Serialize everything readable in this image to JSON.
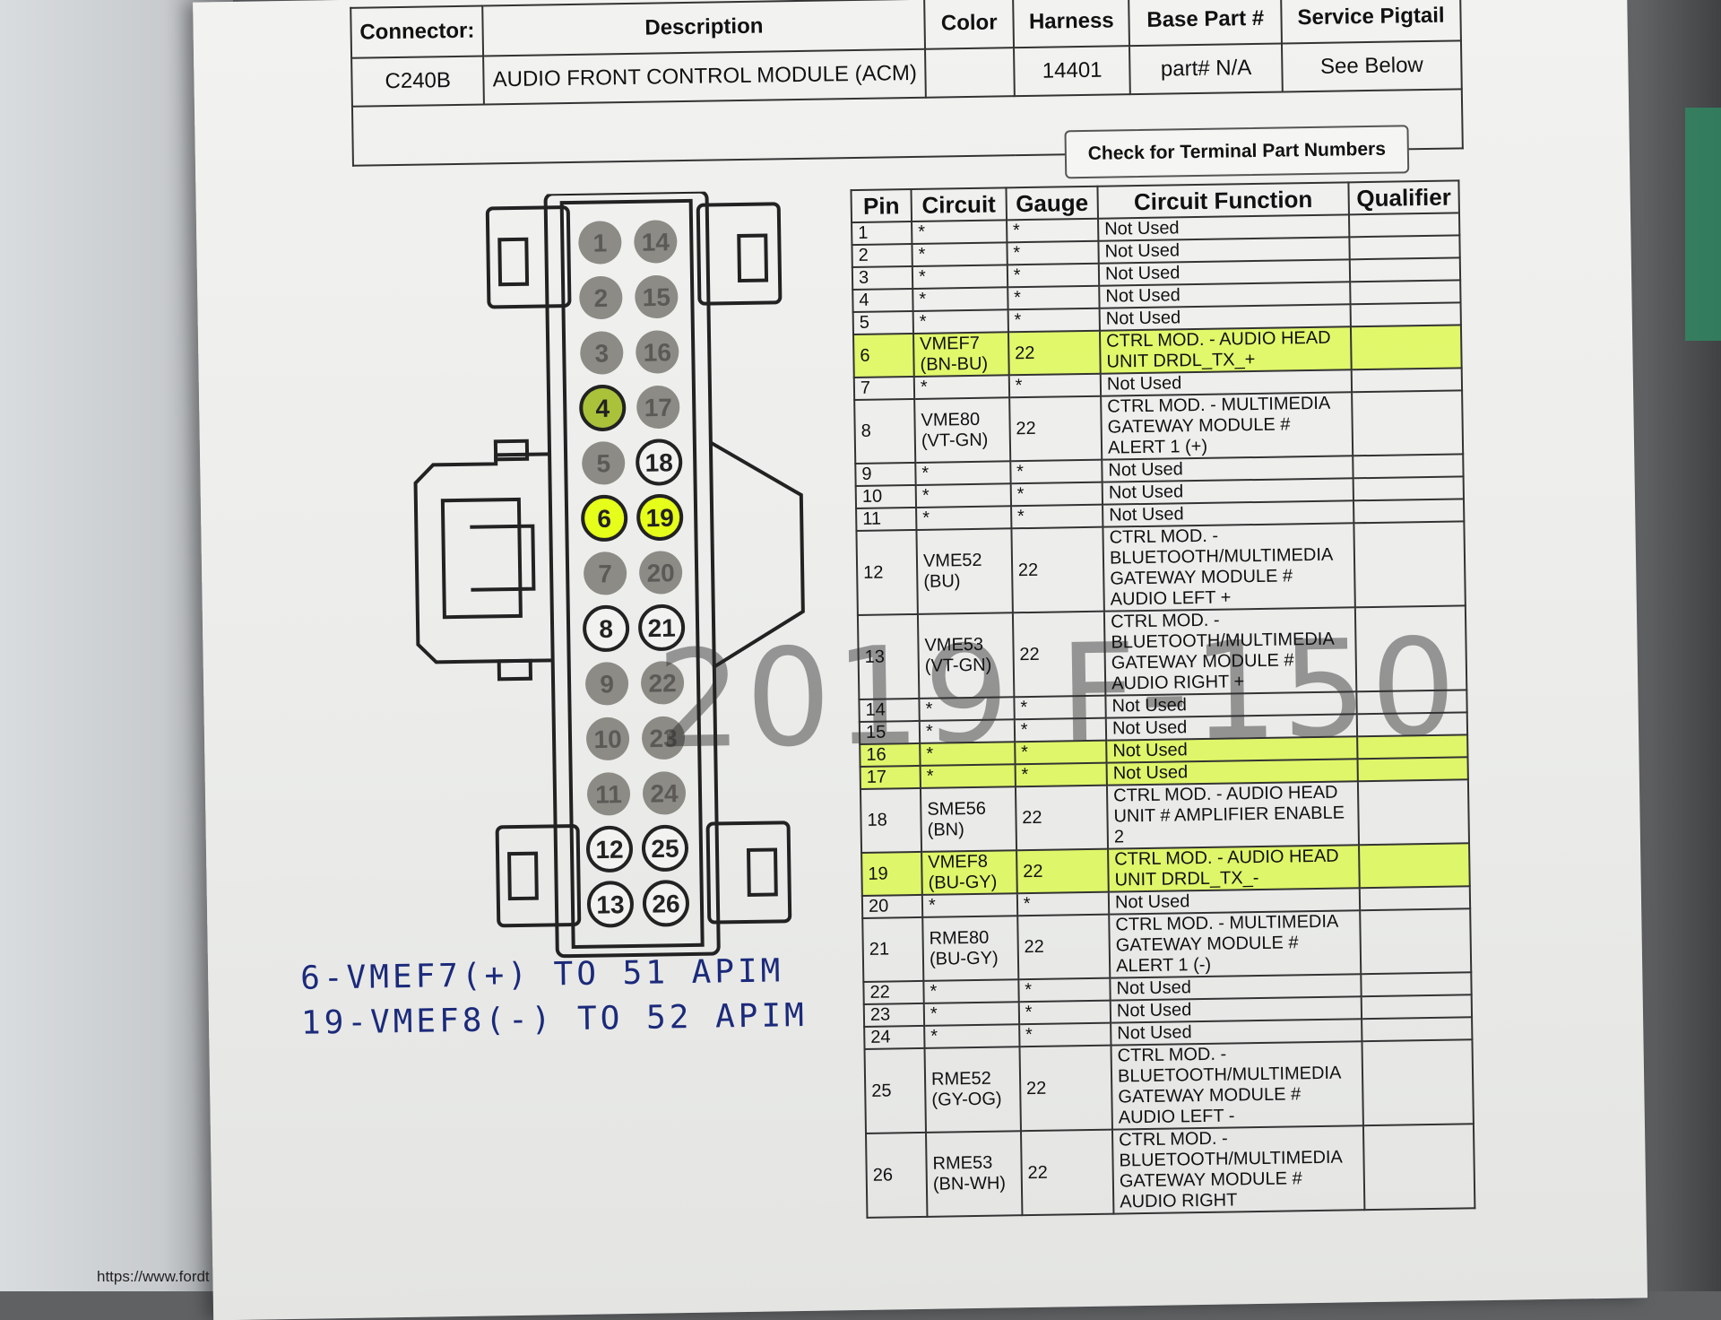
{
  "header": {
    "columns": [
      "Connector:",
      "Description",
      "Color",
      "Harness",
      "Base Part #",
      "Service Pigtail"
    ],
    "row": {
      "connector": "C240B",
      "description": "AUDIO FRONT CONTROL MODULE (ACM)",
      "color": "",
      "harness": "14401",
      "base_part": "part# N/A",
      "service_pigtail": "See Below"
    }
  },
  "terminal_button": "Check for Terminal Part Numbers",
  "pin_table": {
    "columns": [
      "Pin",
      "Circuit",
      "Gauge",
      "Circuit Function",
      "Qualifier"
    ],
    "rows": [
      {
        "pin": "1",
        "circuit": "*",
        "gauge": "*",
        "function": "Not Used",
        "qualifier": "",
        "highlight": false
      },
      {
        "pin": "2",
        "circuit": "*",
        "gauge": "*",
        "function": "Not Used",
        "qualifier": "",
        "highlight": false
      },
      {
        "pin": "3",
        "circuit": "*",
        "gauge": "*",
        "function": "Not Used",
        "qualifier": "",
        "highlight": false
      },
      {
        "pin": "4",
        "circuit": "*",
        "gauge": "*",
        "function": "Not Used",
        "qualifier": "",
        "highlight": false
      },
      {
        "pin": "5",
        "circuit": "*",
        "gauge": "*",
        "function": "Not Used",
        "qualifier": "",
        "highlight": false
      },
      {
        "pin": "6",
        "circuit": "VMEF7 (BN-BU)",
        "gauge": "22",
        "function": "CTRL MOD. - AUDIO HEAD UNIT DRDL_TX_+",
        "qualifier": "",
        "highlight": true
      },
      {
        "pin": "7",
        "circuit": "*",
        "gauge": "*",
        "function": "Not Used",
        "qualifier": "",
        "highlight": false
      },
      {
        "pin": "8",
        "circuit": "VME80 (VT-GN)",
        "gauge": "22",
        "function": "CTRL MOD. - MULTIMEDIA GATEWAY MODULE # ALERT 1 (+)",
        "qualifier": "",
        "highlight": false
      },
      {
        "pin": "9",
        "circuit": "*",
        "gauge": "*",
        "function": "Not Used",
        "qualifier": "",
        "highlight": false
      },
      {
        "pin": "10",
        "circuit": "*",
        "gauge": "*",
        "function": "Not Used",
        "qualifier": "",
        "highlight": false
      },
      {
        "pin": "11",
        "circuit": "*",
        "gauge": "*",
        "function": "Not Used",
        "qualifier": "",
        "highlight": false
      },
      {
        "pin": "12",
        "circuit": "VME52 (BU)",
        "gauge": "22",
        "function": "CTRL MOD. - BLUETOOTH/MULTIMEDIA GATEWAY MODULE # AUDIO LEFT +",
        "qualifier": "",
        "highlight": false
      },
      {
        "pin": "13",
        "circuit": "VME53 (VT-GN)",
        "gauge": "22",
        "function": "CTRL MOD. - BLUETOOTH/MULTIMEDIA GATEWAY MODULE # AUDIO RIGHT +",
        "qualifier": "",
        "highlight": false
      },
      {
        "pin": "14",
        "circuit": "*",
        "gauge": "*",
        "function": "Not Used",
        "qualifier": "",
        "highlight": false
      },
      {
        "pin": "15",
        "circuit": "*",
        "gauge": "*",
        "function": "Not Used",
        "qualifier": "",
        "highlight": false
      },
      {
        "pin": "16",
        "circuit": "*",
        "gauge": "*",
        "function": "Not Used",
        "qualifier": "",
        "highlight": true
      },
      {
        "pin": "17",
        "circuit": "*",
        "gauge": "*",
        "function": "Not Used",
        "qualifier": "",
        "highlight": true
      },
      {
        "pin": "18",
        "circuit": "SME56 (BN)",
        "gauge": "22",
        "function": "CTRL MOD. - AUDIO HEAD UNIT # AMPLIFIER ENABLE 2",
        "qualifier": "",
        "highlight": false
      },
      {
        "pin": "19",
        "circuit": "VMEF8 (BU-GY)",
        "gauge": "22",
        "function": "CTRL MOD. - AUDIO HEAD UNIT DRDL_TX_-",
        "qualifier": "",
        "highlight": true
      },
      {
        "pin": "20",
        "circuit": "*",
        "gauge": "*",
        "function": "Not Used",
        "qualifier": "",
        "highlight": false
      },
      {
        "pin": "21",
        "circuit": "RME80 (BU-GY)",
        "gauge": "22",
        "function": "CTRL MOD. - MULTIMEDIA GATEWAY MODULE # ALERT 1 (-)",
        "qualifier": "",
        "highlight": false
      },
      {
        "pin": "22",
        "circuit": "*",
        "gauge": "*",
        "function": "Not Used",
        "qualifier": "",
        "highlight": false
      },
      {
        "pin": "23",
        "circuit": "*",
        "gauge": "*",
        "function": "Not Used",
        "qualifier": "",
        "highlight": false
      },
      {
        "pin": "24",
        "circuit": "*",
        "gauge": "*",
        "function": "Not Used",
        "qualifier": "",
        "highlight": false
      },
      {
        "pin": "25",
        "circuit": "RME52 (GY-OG)",
        "gauge": "22",
        "function": "CTRL MOD. - BLUETOOTH/MULTIMEDIA GATEWAY MODULE # AUDIO LEFT -",
        "qualifier": "",
        "highlight": false
      },
      {
        "pin": "26",
        "circuit": "RME53 (BN-WH)",
        "gauge": "22",
        "function": "CTRL MOD. - BLUETOOTH/MULTIMEDIA GATEWAY MODULE # AUDIO RIGHT",
        "qualifier": "",
        "highlight": false
      }
    ]
  },
  "connector_pins": {
    "left": [
      "1",
      "2",
      "3",
      "4",
      "5",
      "6",
      "7",
      "8",
      "9",
      "10",
      "11",
      "12",
      "13"
    ],
    "right": [
      "14",
      "15",
      "16",
      "17",
      "18",
      "19",
      "20",
      "21",
      "22",
      "23",
      "24",
      "25",
      "26"
    ],
    "left_style": [
      "gray",
      "gray",
      "gray",
      "green",
      "gray",
      "yellow",
      "gray",
      "outline",
      "gray",
      "gray",
      "gray",
      "outline",
      "outline"
    ],
    "right_style": [
      "gray",
      "gray",
      "gray",
      "gray",
      "outline",
      "yellow",
      "gray",
      "outline",
      "gray",
      "gray",
      "gray",
      "outline",
      "outline"
    ],
    "colors": {
      "gray": "#8d8b86",
      "green": "#a9c23a",
      "yellow": "#e6ff1a",
      "outline": "#f2f2f0"
    }
  },
  "watermark": "2019 F-150",
  "handwritten_notes": [
    "6-VMEF7(+) TO 51 APIM",
    "19-VMEF8(-) TO 52 APIM"
  ],
  "url_fragment": "https://www.fordt"
}
